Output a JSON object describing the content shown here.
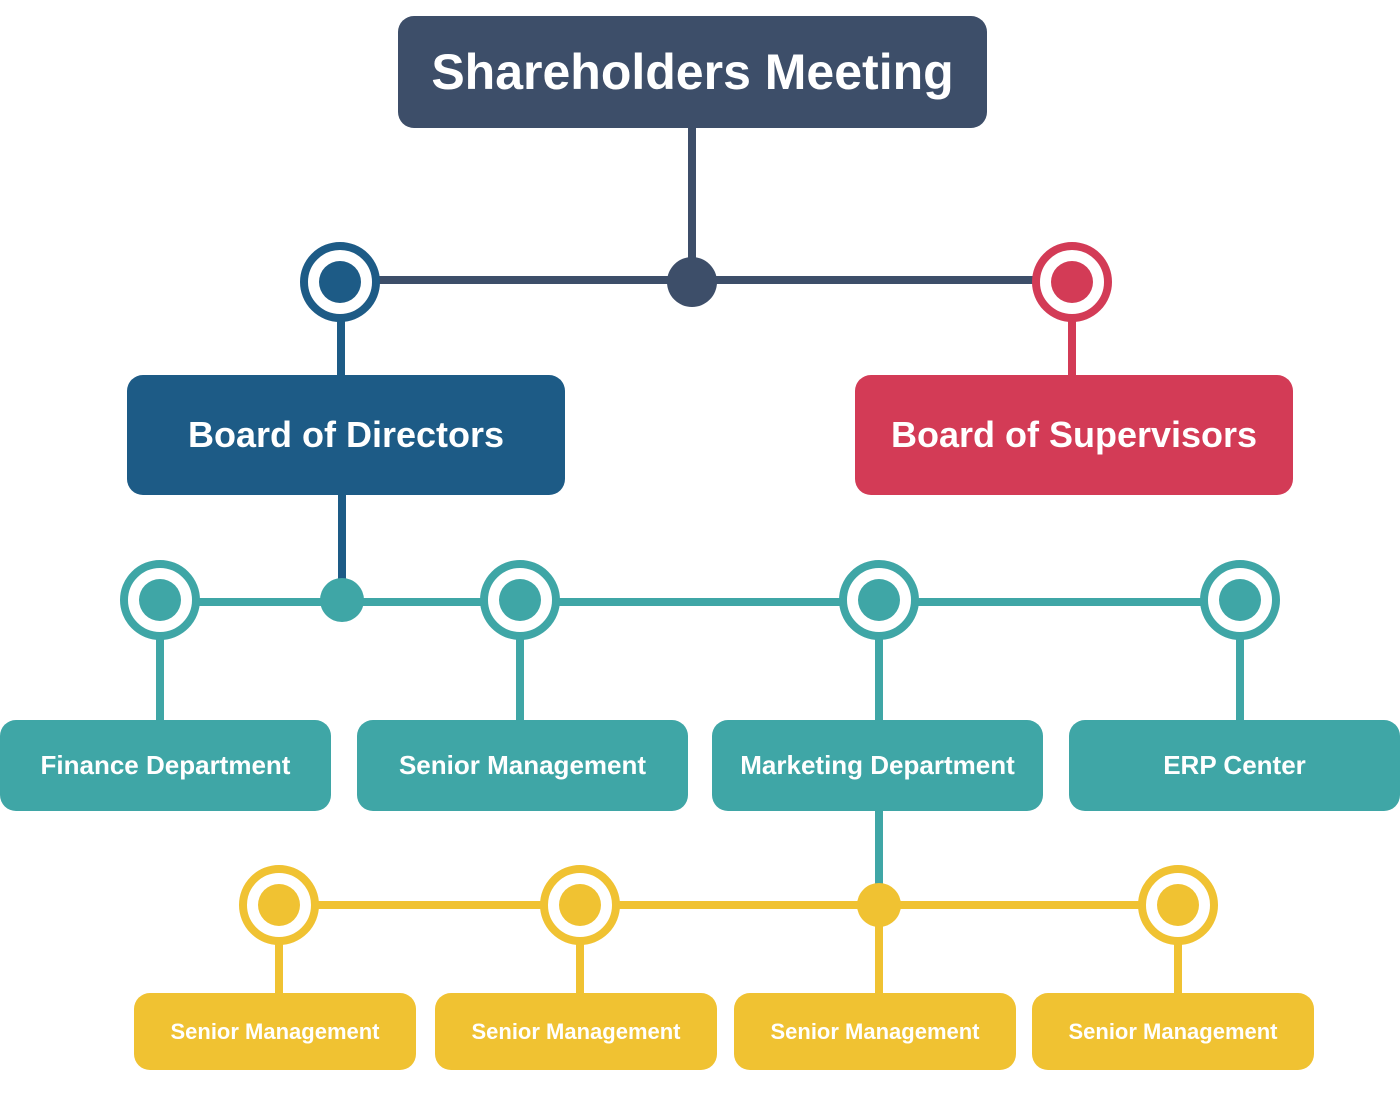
{
  "colors": {
    "root": "#3d4e69",
    "directors": "#1d5b86",
    "supervisors": "#d33b56",
    "departments": "#3fa6a6",
    "management": "#f0c232"
  },
  "root": {
    "label": "Shareholders Meeting"
  },
  "level1": {
    "directors": {
      "label": "Board of Directors"
    },
    "supervisors": {
      "label": "Board of Supervisors"
    }
  },
  "departments": [
    {
      "label": "Finance Department"
    },
    {
      "label": "Senior Management"
    },
    {
      "label": "Marketing Department"
    },
    {
      "label": "ERP Center"
    }
  ],
  "marketing_children": [
    {
      "label": "Senior Management"
    },
    {
      "label": "Senior Management"
    },
    {
      "label": "Senior Management"
    },
    {
      "label": "Senior Management"
    }
  ]
}
